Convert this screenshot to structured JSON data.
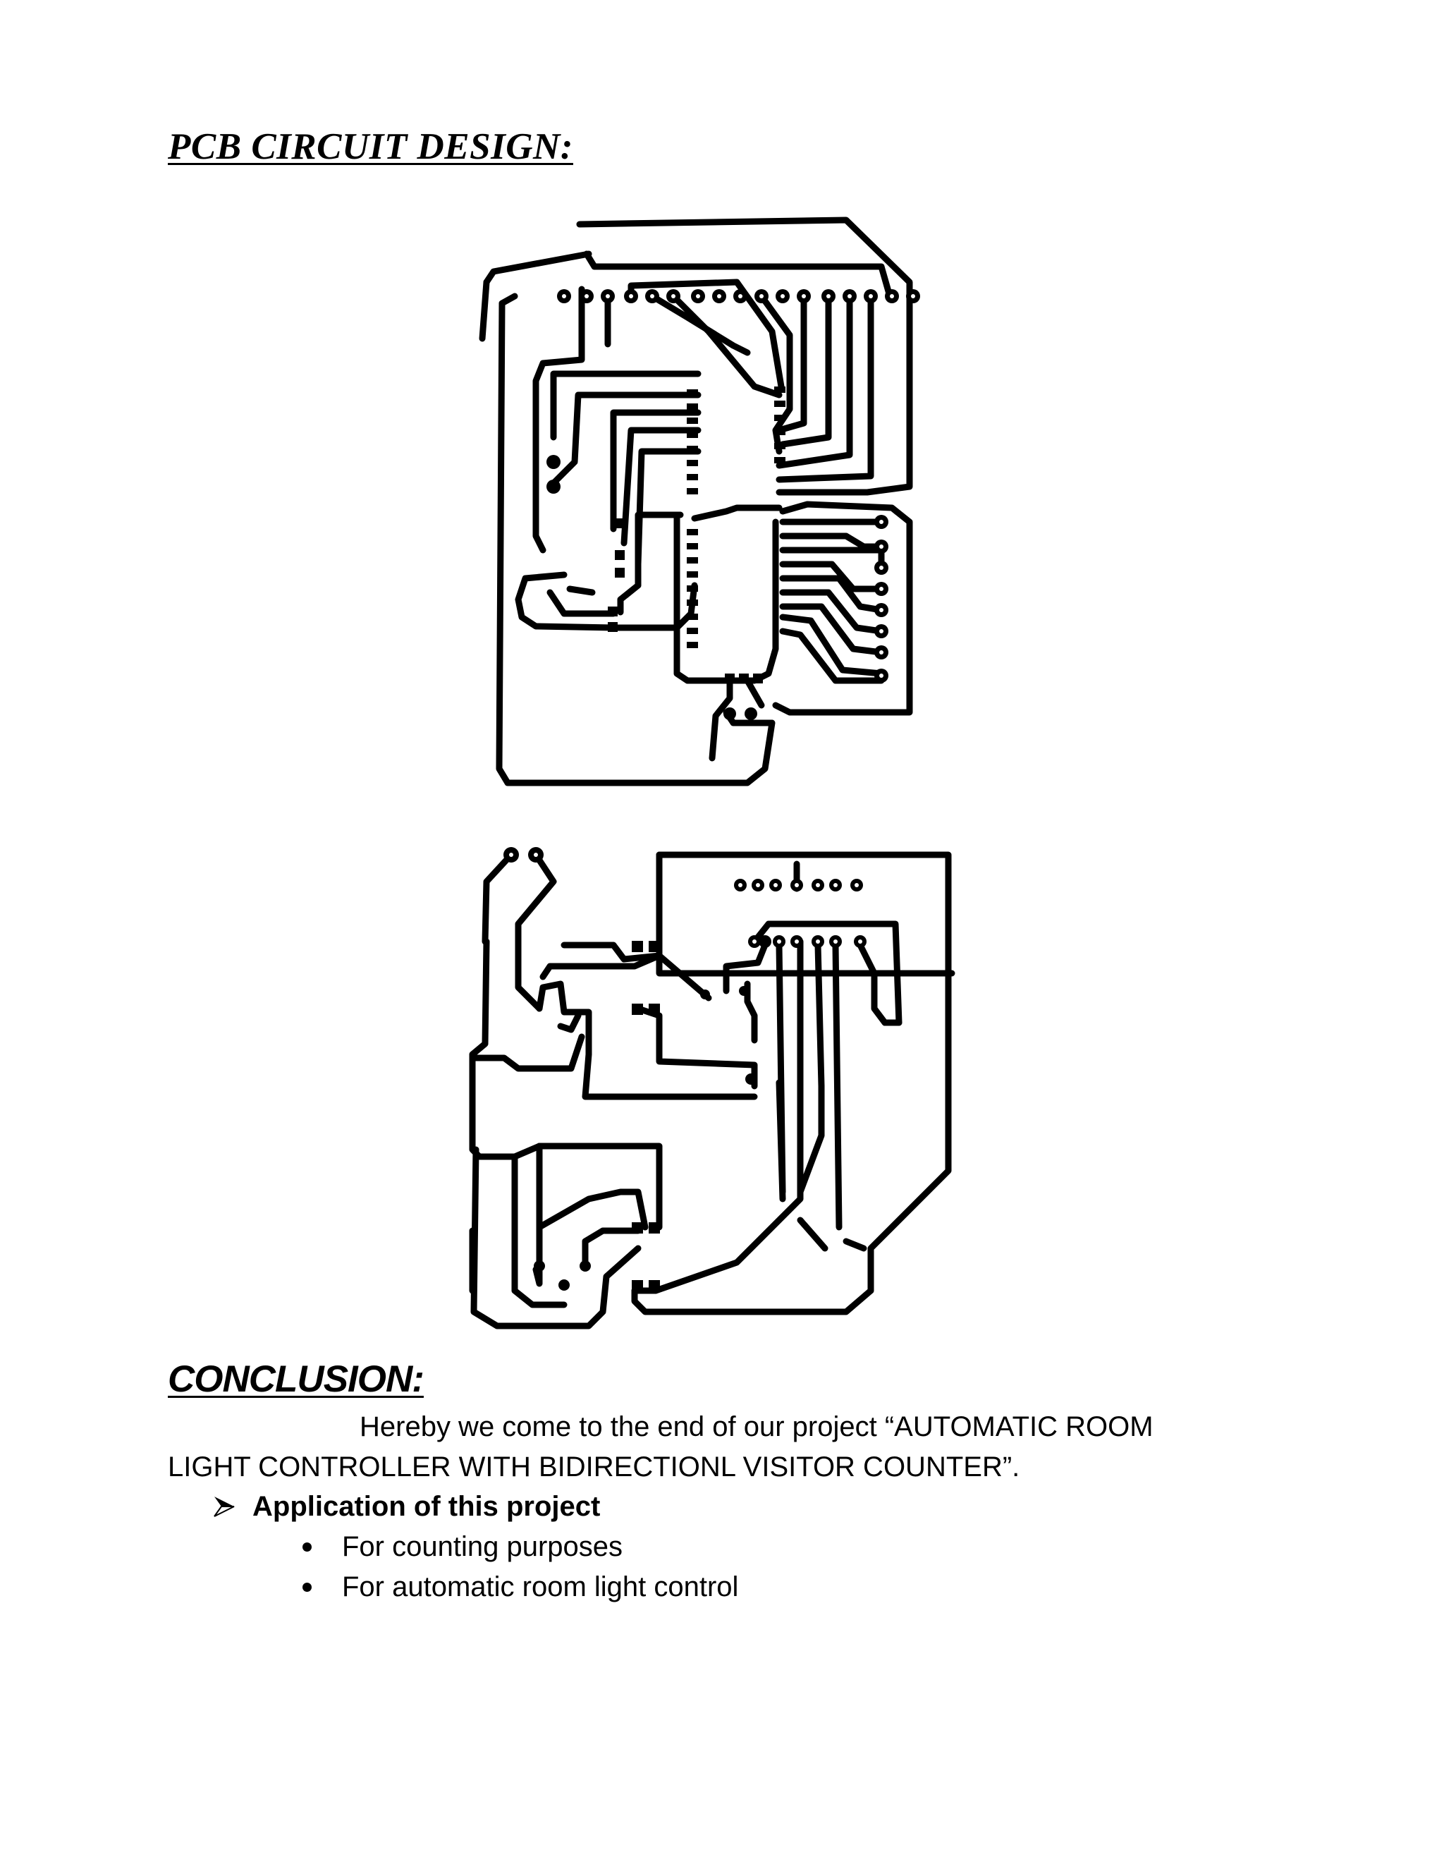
{
  "pcb_section": {
    "heading": "PCB CIRCUIT DESIGN:"
  },
  "conclusion": {
    "heading": "CONCLUSION:",
    "paragraph_line1": "Hereby we come to the end of our project “AUTOMATIC ROOM",
    "paragraph_line2": "LIGHT CONTROLLER WITH BIDIRECTIONL VISITOR COUNTER”.",
    "application": {
      "label": "Application of this project",
      "icon": "arrow-bullet-icon",
      "items": [
        "For counting purposes",
        "For automatic room light control"
      ]
    }
  }
}
